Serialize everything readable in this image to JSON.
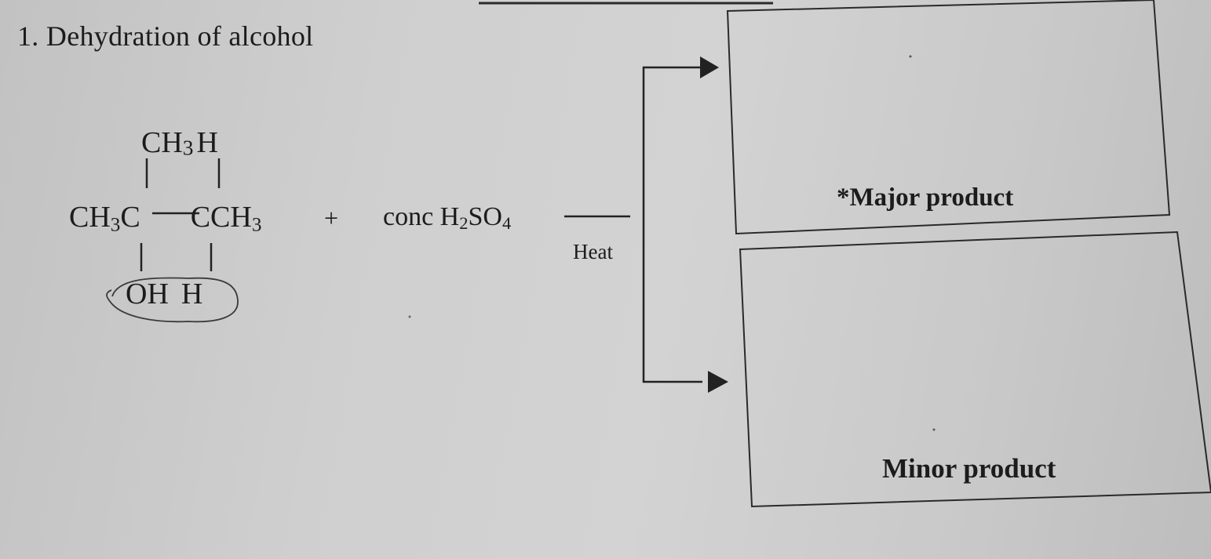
{
  "question": {
    "number": "1.",
    "title": "Dehydration of alcohol"
  },
  "reactant": {
    "top_groups_ch3": "CH",
    "top_groups_ch3_sub": "3",
    "top_groups_h": "H",
    "main_left": "CH",
    "main_left_sub": "3",
    "main_c1": "C",
    "main_c2": "CCH",
    "main_right_sub": "3",
    "bottom_oh": "OH",
    "bottom_h": "H"
  },
  "plus_sign": "+",
  "reagent": {
    "prefix": "conc H",
    "sub1": "2",
    "mid": "SO",
    "sub2": "4"
  },
  "condition": "Heat",
  "products": {
    "major_label": "*Major product",
    "minor_label": "Minor product"
  },
  "colors": {
    "ink": "#1c1c1c",
    "paper": "#cfcfcf"
  }
}
